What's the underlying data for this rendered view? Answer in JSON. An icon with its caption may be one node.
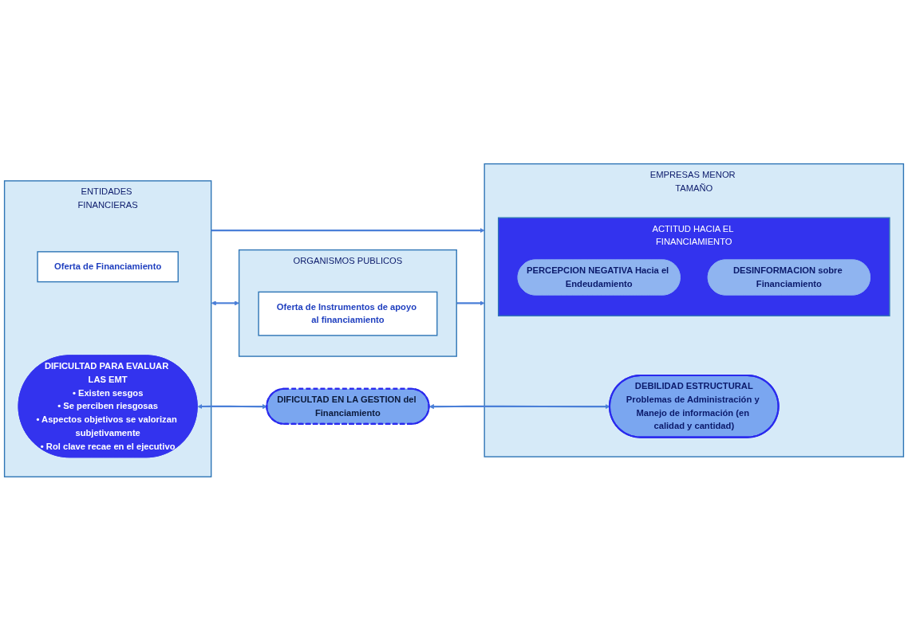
{
  "diagram": {
    "nodes": [
      {
        "text": [
          "ENTIDADES FINANCIERAS"
        ]
      },
      {
        "text": [
          "Oferta de Financiamiento"
        ],
        "in": 0
      },
      {
        "text": [
          "DIFICULTAD PARA EVALUAR LAS EMT",
          "• Existen sesgos",
          "• Se perciben riesgosas",
          "• Aspectos objetivos se valorizan subjetivamente",
          "• Rol clave recae en el ejecutivo"
        ],
        "in": 0
      },
      {
        "text": [
          "ORGANISMOS PUBLICOS"
        ]
      },
      {
        "text": [
          "Oferta de Instrumentos de apoyo al financiamiento"
        ],
        "in": 3
      },
      {
        "text": [
          "EMPRESAS MENOR TAMAÑO"
        ]
      },
      {
        "text": [
          "ACTITUD HACIA EL FINANCIAMIENTO"
        ],
        "in": 5
      },
      {
        "text": [
          "PERCEPCION NEGATIVA Hacia el Endeudamiento"
        ],
        "in": 6
      },
      {
        "text": [
          "DESINFORMACION sobre Financiamiento"
        ],
        "in": 6
      },
      {
        "text": [
          "DEBILIDAD ESTRUCTURAL",
          "Problemas de Administración y Manejo de información (en calidad y cantidad)"
        ],
        "in": 5
      },
      {
        "text": [
          "DIFICULTAD EN LA GESTION del Financiamiento"
        ]
      }
    ],
    "edges": [
      {
        "from": 0,
        "to": 5,
        "arrow": "to"
      },
      {
        "from": 3,
        "to": 5,
        "arrow": "to"
      },
      {
        "from": 0,
        "to": 3,
        "arrow": "both"
      },
      {
        "from": 2,
        "to": 10,
        "arrow": "both"
      },
      {
        "from": 10,
        "to": 9,
        "arrow": "both"
      }
    ]
  }
}
